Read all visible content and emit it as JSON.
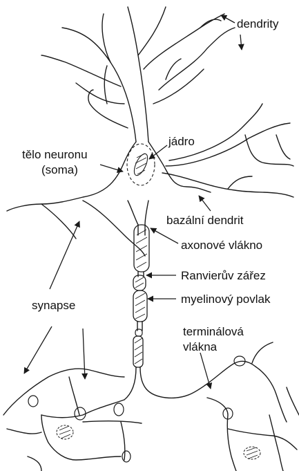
{
  "labels": {
    "dendrites": "dendrity",
    "nucleus": "jádro",
    "cell_body_line1": "tělo neuronu",
    "cell_body_line2": "(soma)",
    "basal_dendrite": "bazální dendrit",
    "axon": "axonové vlákno",
    "node_of_ranvier": "Ranvierův zářez",
    "myelin_sheath": "myelinový povlak",
    "synapse": "synapse",
    "terminal_line1": "terminálová",
    "terminal_line2": "vlákna"
  }
}
